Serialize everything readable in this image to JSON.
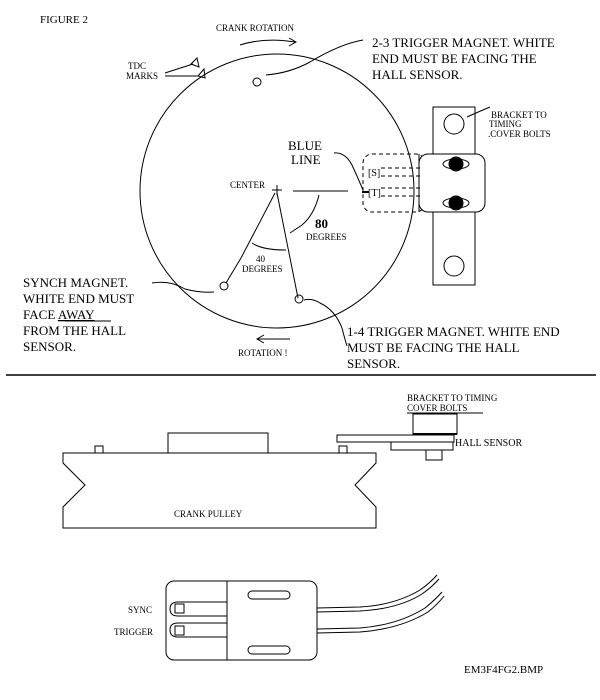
{
  "figure_title": "FIGURE  2",
  "top_view": {
    "crank_rotation_label": "CRANK ROTATION",
    "tdc_marks_label": [
      "TDC",
      "MARKS"
    ],
    "trigger_23_label": [
      "2-3 TRIGGER MAGNET. WHITE",
      "END MUST BE FACING THE",
      "HALL SENSOR."
    ],
    "bracket_label": [
      "BRACKET TO",
      "TIMING",
      ".COVER BOLTS"
    ],
    "blue_line_label": [
      "BLUE",
      "LINE"
    ],
    "center_label": "CENTER",
    "sensor_s_label": "[S]",
    "sensor_t_label": "[T]",
    "angle_80_value": "80",
    "angle_80_unit": "DEGREES",
    "angle_40_value": "40",
    "angle_40_unit": "DEGREES",
    "synch_magnet_label": [
      "SYNCH MAGNET.",
      "WHITE END MUST",
      "FACE ",
      "AWAY",
      "FROM THE HALL",
      "SENSOR."
    ],
    "rotation_label": "ROTATION !",
    "trigger_14_label": [
      "1-4 TRIGGER MAGNET. WHITE END",
      "MUST BE FACING THE HALL",
      "SENSOR."
    ]
  },
  "side_view": {
    "bracket_label": [
      "BRACKET TO TIMING",
      "COVER BOLTS"
    ],
    "hall_sensor_label": "HALL SENSOR",
    "crank_pulley_label": "CRANK PULLEY"
  },
  "sensor_detail": {
    "sync_label": "SYNC",
    "trigger_label": "TRIGGER"
  },
  "filename": "EM3F4FG2.BMP"
}
